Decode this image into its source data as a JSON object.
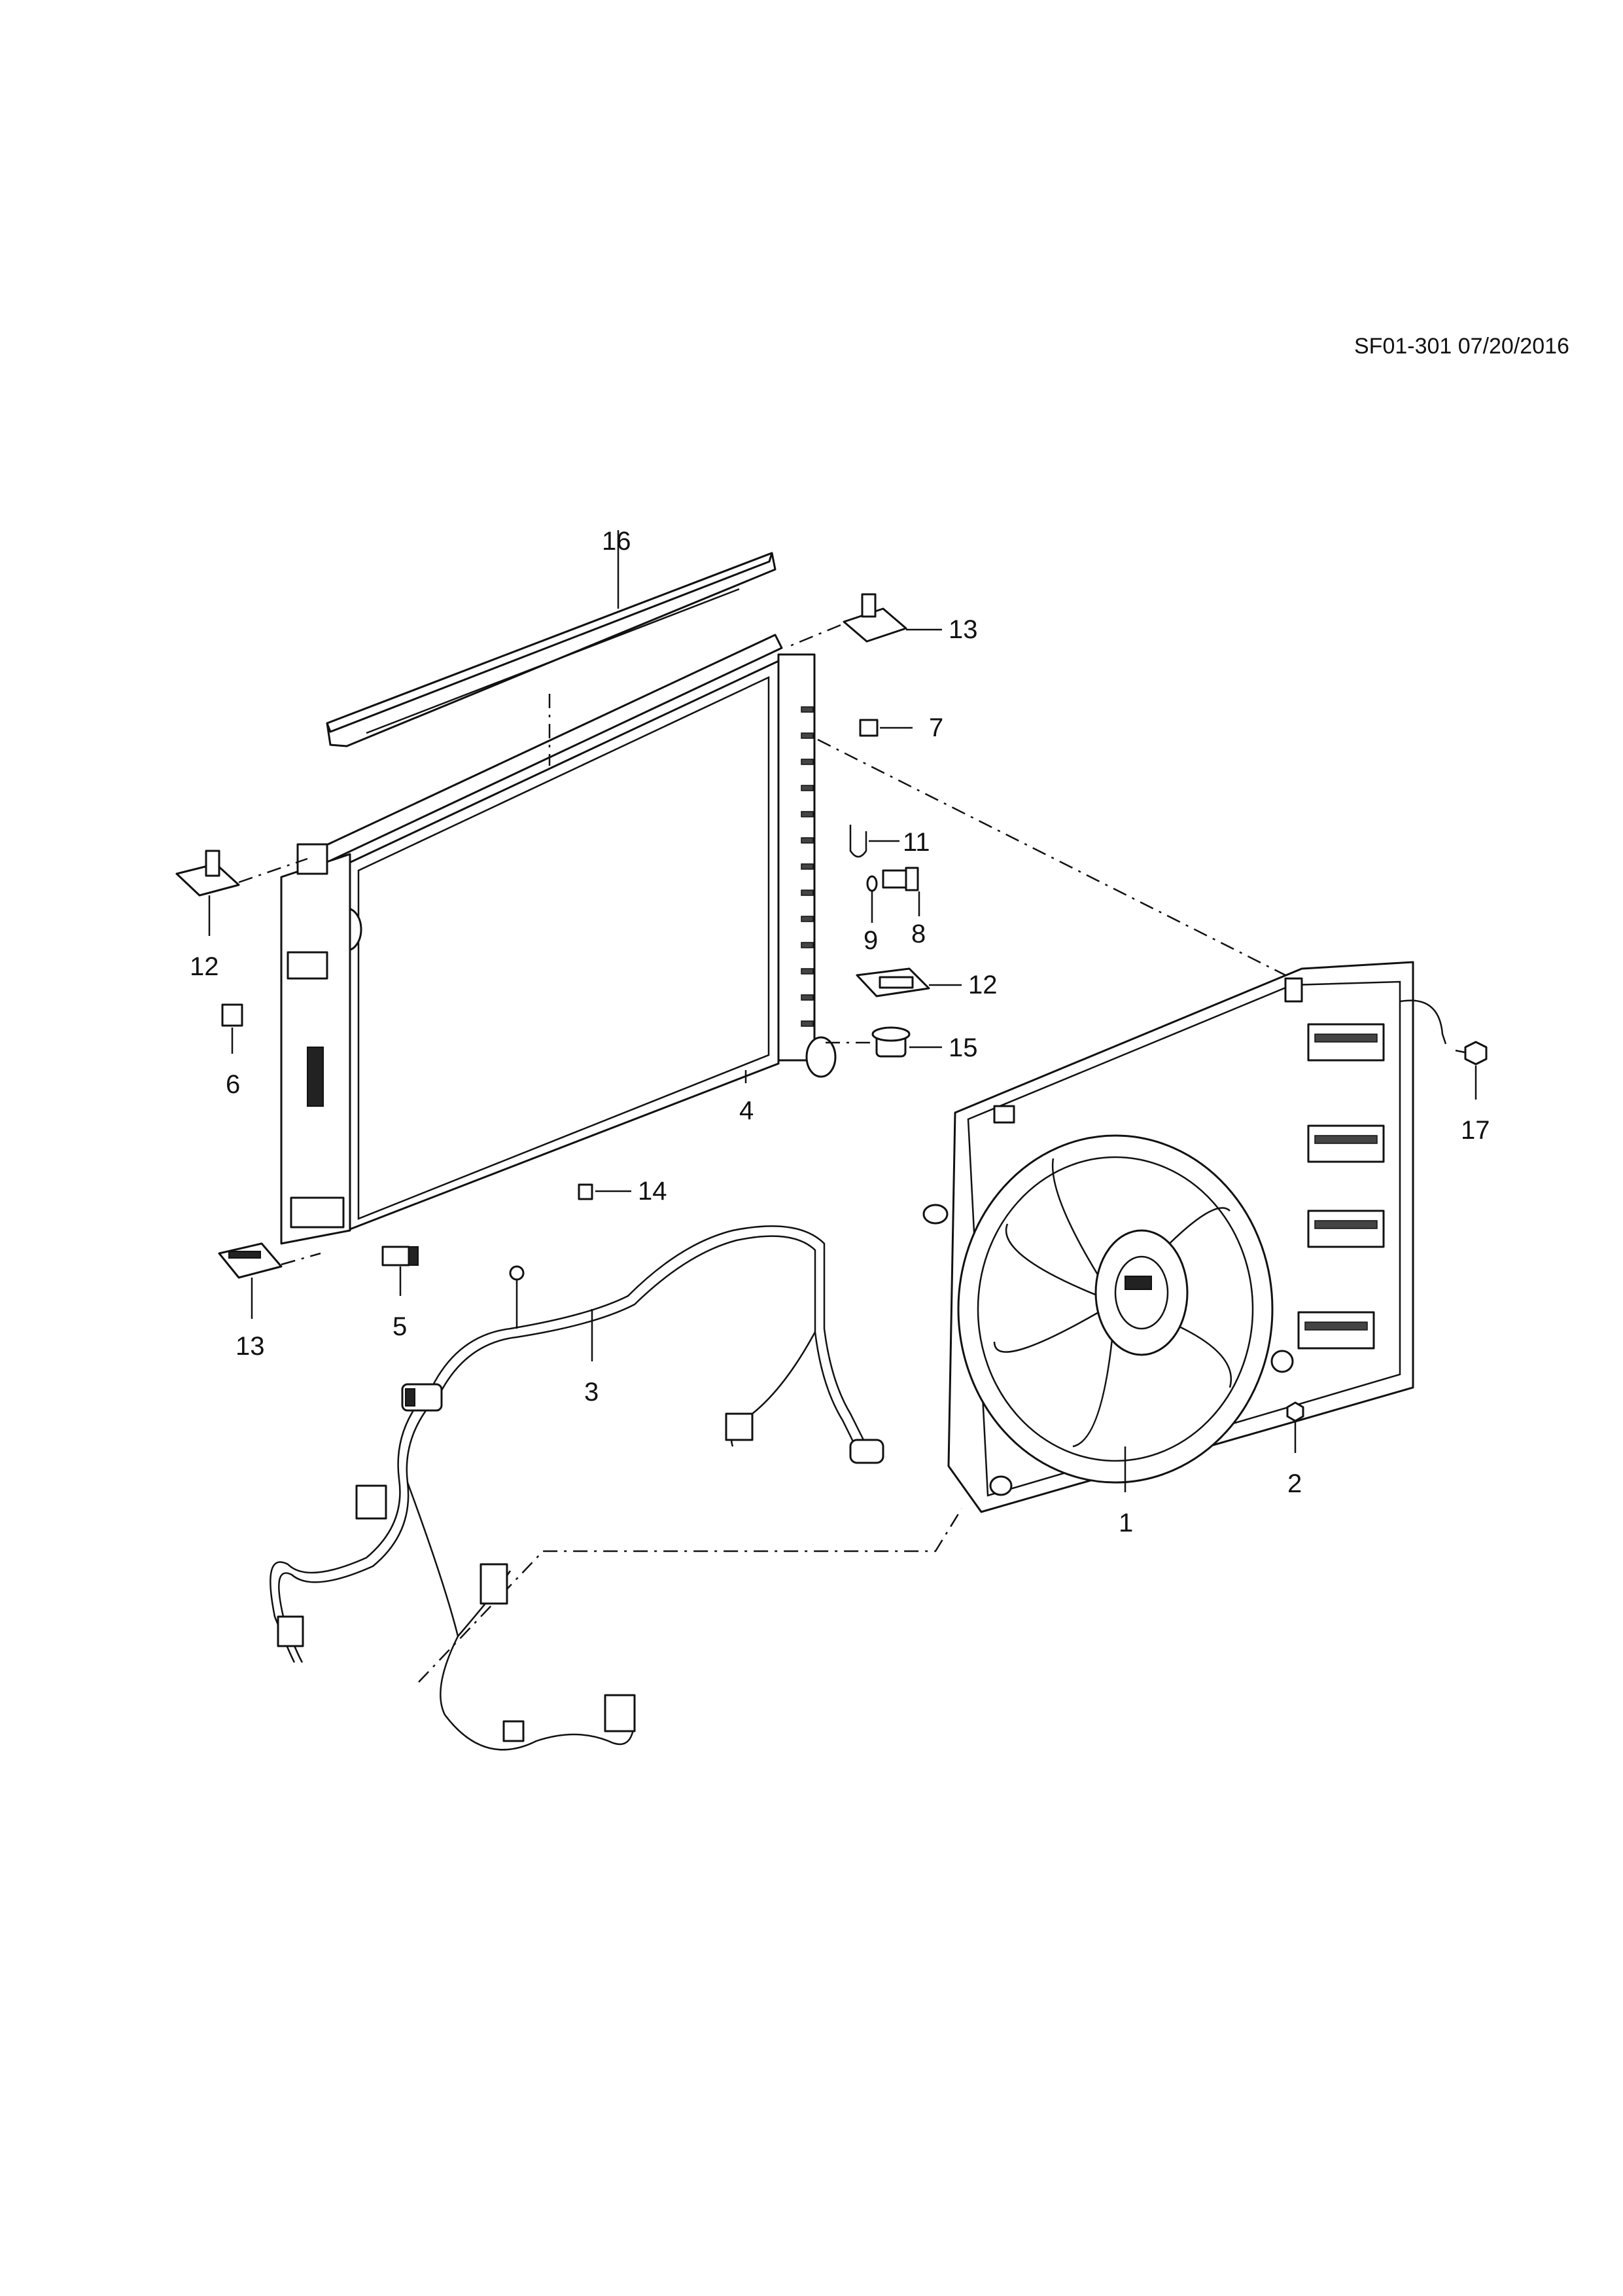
{
  "drawing": {
    "code": "SF01-301 07/20/2016"
  },
  "callouts": {
    "c1": "1",
    "c2": "2",
    "c3": "3",
    "c4": "4",
    "c5": "5",
    "c6": "6",
    "c7": "7",
    "c8": "8",
    "c9": "9",
    "c11": "11",
    "c12a": "12",
    "c12b": "12",
    "c13a": "13",
    "c13b": "13",
    "c14": "14",
    "c15": "15",
    "c16": "16",
    "c17": "17"
  }
}
